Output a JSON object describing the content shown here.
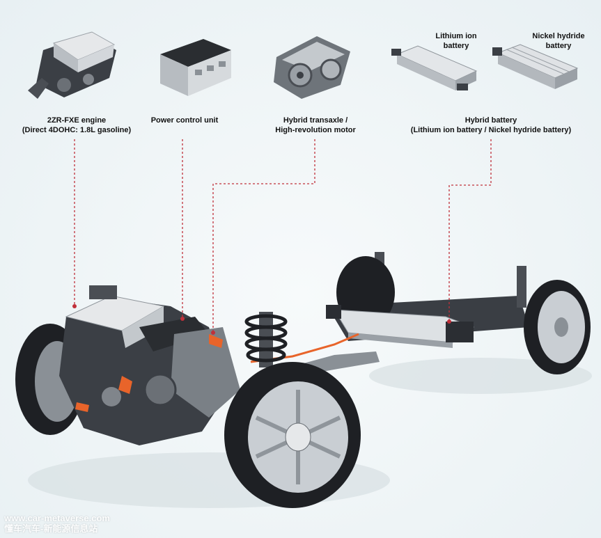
{
  "components": {
    "engine": {
      "line1": "2ZR-FXE engine",
      "line2": "(Direct 4DOHC: 1.8L gasoline)"
    },
    "pcu": {
      "line1": "Power control unit"
    },
    "transaxle": {
      "line1": "Hybrid transaxle /",
      "line2": "High-revolution motor"
    },
    "battery": {
      "line1": "Hybrid battery",
      "line2": "(Lithium ion battery / Nickel hydride battery)"
    },
    "lithium": {
      "line1": "Lithium ion",
      "line2": "battery"
    },
    "nickel": {
      "line1": "Nickel hydride",
      "line2": "battery"
    }
  },
  "watermark": {
    "line1": "www.car-metaverse.com",
    "line2": "懂车汽车-新能源信息站"
  },
  "colors": {
    "leader": "#c0303a",
    "accent_orange": "#e8642a",
    "metal": "#c9ced3",
    "dark": "#2b2e33"
  }
}
